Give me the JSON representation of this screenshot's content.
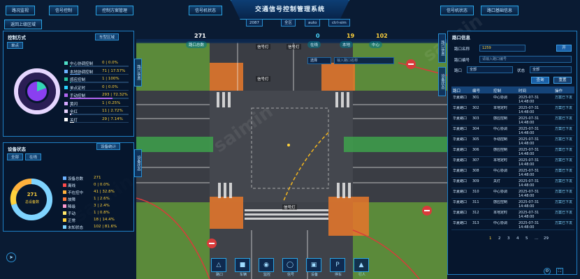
{
  "header": {
    "title": "交通信号控制管理系统",
    "left_tabs": [
      "路况监视",
      "信号控制",
      "控制方案管理"
    ],
    "right_tabs": [
      "信号机状态",
      "路口基础信息"
    ],
    "region_button": "返回上级区域",
    "selects": [
      "2087",
      "全区",
      "auto",
      "ctrl-sim"
    ]
  },
  "stats": [
    {
      "value": "271",
      "label": "路口总数",
      "color": "#ffffff"
    },
    {
      "value": "0",
      "label": "在线",
      "color": "#4ad7ff"
    },
    {
      "value": "19",
      "label": "本地",
      "color": "#ffd23c"
    },
    {
      "value": "102",
      "label": "中心",
      "color": "#ffd23c"
    }
  ],
  "map_overlay": {
    "labels": [
      "信号灯",
      "信号灯",
      "信号灯",
      "信号灯"
    ],
    "route_select": "选择",
    "route_input": "输入路口名称"
  },
  "control_panel": {
    "title": "控制方式",
    "tab": "单点",
    "chip": "车型区域",
    "donut": [
      {
        "name": "中心协调控制",
        "value": "0",
        "pct": "0.0%",
        "color": "#4fe0c8",
        "share": 0.0
      },
      {
        "name": "本地协调控制",
        "value": "71",
        "pct": "17.57%",
        "color": "#6cb2ff",
        "share": 0.1757
      },
      {
        "name": "感应控制",
        "value": "1",
        "pct": "100%",
        "color": "#29c7a0",
        "share": 0.005
      },
      {
        "name": "单点定时",
        "value": "0",
        "pct": "0.0%",
        "color": "#2ad3ff",
        "share": 0.0
      },
      {
        "name": "手动控制",
        "value": "293",
        "pct": "72.32%",
        "color": "#b266f2",
        "share": 0.7232
      },
      {
        "name": "黄闪",
        "value": "1",
        "pct": "0.25%",
        "color": "#d6a8ff",
        "share": 0.0025
      },
      {
        "name": "全红",
        "value": "11",
        "pct": "2.72%",
        "color": "#e8d4ff",
        "share": 0.0272
      },
      {
        "name": "关灯",
        "value": "29",
        "pct": "7.14%",
        "color": "#ffffff",
        "share": 0.0714
      }
    ]
  },
  "device_panel": {
    "title": "设备状态",
    "tab1": "全部",
    "tab2": "在线",
    "chip": "设备统计",
    "center_value": "271",
    "center_label": "总设备数",
    "rows": [
      {
        "name": "设备总数",
        "value": "271",
        "pct": "",
        "color": "#6cb2ff",
        "share": 0.0
      },
      {
        "name": "离线",
        "value": "0",
        "pct": "0.0%",
        "color": "#ff4b4b",
        "share": 0.0
      },
      {
        "name": "不在控中",
        "value": "41",
        "pct": "32.8%",
        "color": "#ffb13c",
        "share": 0.328
      },
      {
        "name": "故障",
        "value": "1",
        "pct": "2.6%",
        "color": "#ff7a3c",
        "share": 0.026
      },
      {
        "name": "降级",
        "value": "3",
        "pct": "2.4%",
        "color": "#ff9ad0",
        "share": 0.024
      },
      {
        "name": "手动",
        "value": "1",
        "pct": "0.8%",
        "color": "#ffe66a",
        "share": 0.008
      },
      {
        "name": "正常",
        "value": "18",
        "pct": "14.4%",
        "color": "#ffd23c",
        "share": 0.144
      },
      {
        "name": "未知状态",
        "value": "102",
        "pct": "81.6%",
        "color": "#7fd4ff",
        "share": 0.816
      }
    ]
  },
  "right_panel": {
    "title": "路口信息",
    "vtab1": "路口信息",
    "vtab2": "设备状态",
    "filters": [
      {
        "label": "路口名称",
        "value": "1259"
      },
      {
        "label": "路口编号",
        "value": "请输入路口编号"
      },
      {
        "label": "路口",
        "value": "全部"
      },
      {
        "label": "状态",
        "value": "全部"
      }
    ],
    "toggle": "开",
    "query_button": "查询",
    "reset_button": "重置",
    "columns": [
      "路口",
      "编号",
      "控制",
      "时间",
      "操作"
    ],
    "rows": [
      [
        "华夏路口",
        "301",
        "中心协调",
        "2025-07-31 14:48:00",
        "方案已下发"
      ],
      [
        "华夏路口",
        "302",
        "本地定时",
        "2025-07-31 14:48:00",
        "方案已下发"
      ],
      [
        "华夏路口",
        "303",
        "感应控制",
        "2025-07-31 14:48:00",
        "方案已下发"
      ],
      [
        "华夏路口",
        "304",
        "中心协调",
        "2025-07-31 14:48:00",
        "方案已下发"
      ],
      [
        "华夏路口",
        "305",
        "手动控制",
        "2025-07-31 14:48:00",
        "方案已下发"
      ],
      [
        "华夏路口",
        "306",
        "感应控制",
        "2025-07-31 14:48:00",
        "方案已下发"
      ],
      [
        "华夏路口",
        "307",
        "本地定时",
        "2025-07-31 14:48:00",
        "方案已下发"
      ],
      [
        "华夏路口",
        "308",
        "中心协调",
        "2025-07-31 14:48:00",
        "方案已下发"
      ],
      [
        "华夏路口",
        "309",
        "关灯",
        "2025-07-31 14:48:00",
        "方案已下发"
      ],
      [
        "华夏路口",
        "310",
        "中心协调",
        "2025-07-31 14:48:00",
        "方案已下发"
      ],
      [
        "华夏路口",
        "311",
        "感应控制",
        "2025-07-31 14:48:00",
        "方案已下发"
      ],
      [
        "华夏路口",
        "312",
        "本地定时",
        "2025-07-31 14:48:00",
        "方案已下发"
      ],
      [
        "华夏路口",
        "313",
        "中心协调",
        "2025-07-31 14:48:00",
        "方案已下发"
      ]
    ],
    "pager": [
      "1",
      "2",
      "3",
      "4",
      "5",
      "…",
      "29"
    ]
  },
  "toolbar": {
    "tools": [
      "路口",
      "车辆",
      "监控",
      "信号",
      "设备",
      "停车",
      "行人"
    ]
  },
  "watermark": "saimin"
}
